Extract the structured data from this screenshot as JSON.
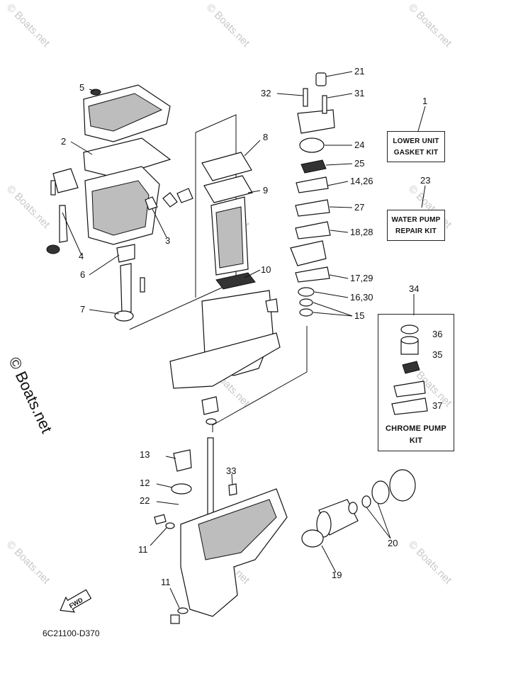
{
  "watermarks": {
    "small": "© Boats.net",
    "large": "© Boats.net"
  },
  "callouts": {
    "c1": "1",
    "c2": "2",
    "c3": "3",
    "c4": "4",
    "c5": "5",
    "c6": "6",
    "c7": "7",
    "c8": "8",
    "c9": "9",
    "c10": "10",
    "c11a": "11",
    "c11b": "11",
    "c12": "12",
    "c13": "13",
    "c14_26": "14,26",
    "c15": "15",
    "c16_30": "16,30",
    "c17_29": "17,29",
    "c18_28": "18,28",
    "c19": "19",
    "c20": "20",
    "c21": "21",
    "c22": "22",
    "c23": "23",
    "c24": "24",
    "c25": "25",
    "c27": "27",
    "c31": "31",
    "c32": "32",
    "c33": "33",
    "c34": "34",
    "c35": "35",
    "c36": "36",
    "c37": "37"
  },
  "kits": {
    "gasket_line1": "LOWER UNIT",
    "gasket_line2": "GASKET KIT",
    "pump_line1": "WATER PUMP",
    "pump_line2": "REPAIR KIT",
    "chrome_line1": "CHROME PUMP",
    "chrome_line2": "KIT"
  },
  "fwd_label": "FWD",
  "diagram_code": "6C21100-D370",
  "colors": {
    "ink": "#111111",
    "watermark": "#c9c9c9"
  }
}
